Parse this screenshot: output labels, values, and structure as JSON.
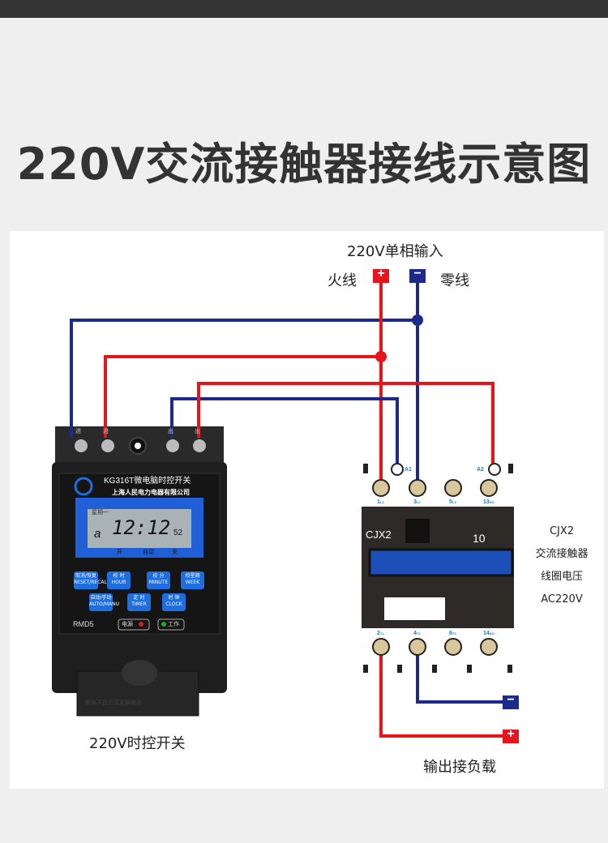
{
  "title": "220V交流接触器接线示意图",
  "input": {
    "label": "220V单相输入",
    "live": "火线",
    "neutral": "零线",
    "plus": "+",
    "minus": "−"
  },
  "timer": {
    "caption": "220V时控开关",
    "model": "KG316T微电脑时控开关",
    "maker": "上海人民电力电器有限公司",
    "terminals": [
      "进",
      "进",
      "出",
      "出"
    ],
    "lcd": {
      "weekday": "星期一",
      "time": "12:12",
      "seconds": "52",
      "program": "a",
      "states": [
        "开",
        "自动",
        "关"
      ]
    },
    "buttons": [
      {
        "cn": "取消/恢复",
        "en": "RESET/RECALL"
      },
      {
        "cn": "校 时",
        "en": "HOUR"
      },
      {
        "cn": "校 分",
        "en": "MINUTE"
      },
      {
        "cn": "校星期",
        "en": "WEEK"
      },
      {
        "cn": "自动/手动",
        "en": "AUTO/MANU"
      },
      {
        "cn": "定 时",
        "en": "TIMER"
      },
      {
        "cn": "时 钟",
        "en": "CLOCK"
      }
    ],
    "rmd": "RMD5",
    "power": "电源",
    "work": "工作",
    "battery_note": "断电不显示请更换电池"
  },
  "contactor": {
    "brand": "CJX2",
    "rating": "10",
    "coil": [
      "A1",
      "A2"
    ],
    "top_terminals": [
      {
        "n": "1",
        "s": "L1"
      },
      {
        "n": "3",
        "s": "L2"
      },
      {
        "n": "5",
        "s": "L3"
      },
      {
        "n": "13",
        "s": "NO"
      }
    ],
    "bottom_terminals": [
      {
        "n": "2",
        "s": "T1"
      },
      {
        "n": "4",
        "s": "T2"
      },
      {
        "n": "6",
        "s": "T3"
      },
      {
        "n": "14",
        "s": "NO"
      }
    ],
    "desc": [
      "CJX2",
      "交流接触器",
      "线圈电压",
      "AC220V"
    ]
  },
  "output": {
    "label": "输出接负载",
    "plus": "+",
    "minus": "−"
  },
  "colors": {
    "live": "#e8141c",
    "neutral": "#1c2a8c"
  }
}
